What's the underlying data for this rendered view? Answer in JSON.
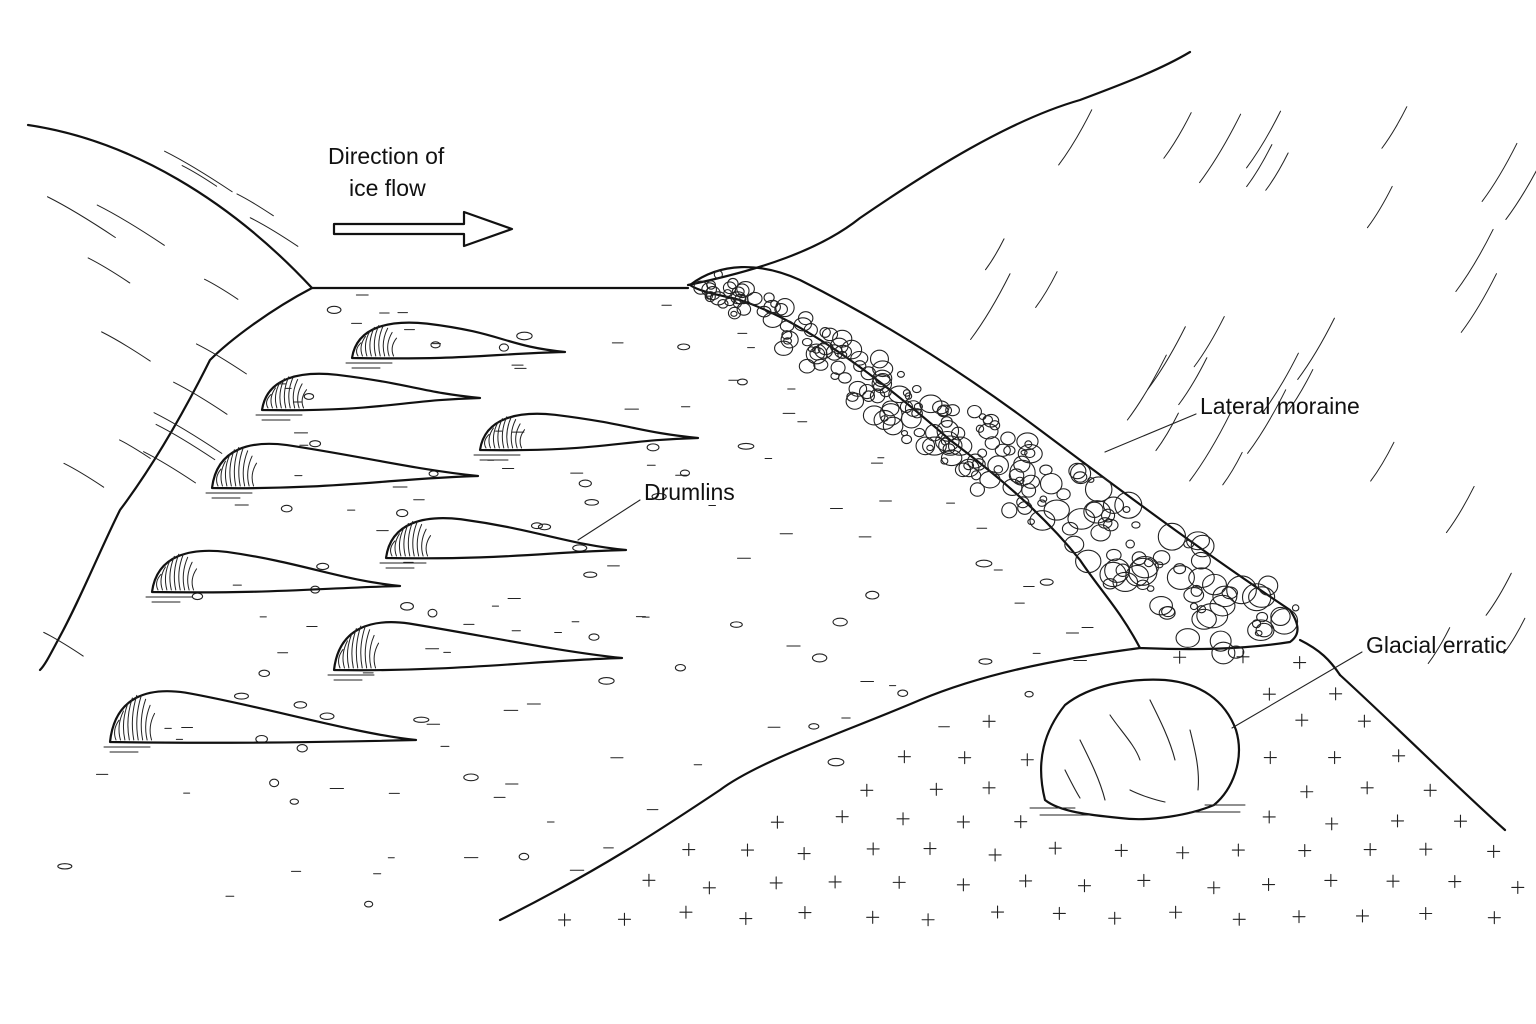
{
  "diagram": {
    "labels": {
      "flow_line1": "Direction of",
      "flow_line2": "ice flow",
      "drumlins": "Drumlins",
      "lateral_moraine": "Lateral moraine",
      "glacial_erratic": "Glacial erratic"
    },
    "colors": {
      "ink": "#111111",
      "background": "#ffffff"
    },
    "features": {
      "drumlin_count": 8,
      "flow_direction": "left-to-right",
      "moraine_side": "right valley wall",
      "erratic_position": "lower right outwash plain"
    }
  }
}
